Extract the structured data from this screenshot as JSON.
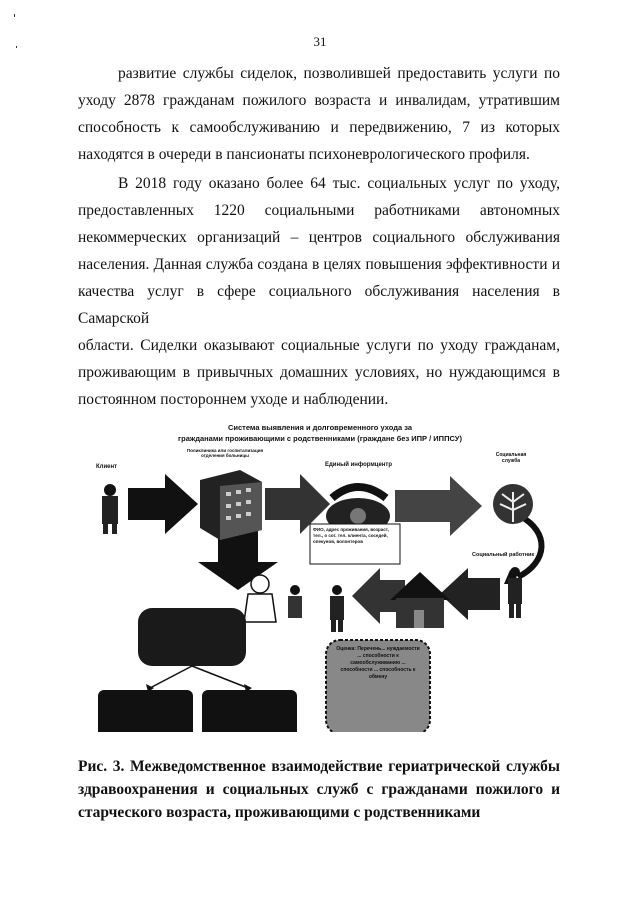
{
  "page": {
    "number": "31"
  },
  "paragraphs": {
    "p1": [
      "развитие службы сиделок, позволившей предоставить услуги по",
      "уходу 2878 гражданам пожилого возраста и инвалидам, утратившим",
      "способность к самообслуживанию и передвижению, 7 из которых",
      "находятся в очереди в пансионаты психоневрологического профиля."
    ],
    "p2": [
      "В 2018 году оказано более 64 тыс. социальных услуг по уходу,",
      "предоставленных 1220 социальными работниками автономных",
      "некоммерческих организаций – центров социального обслуживания",
      "населения. Данная служба создана в целях повышения эффективности и",
      "качества услуг в сфере социального обслуживания населения в Самарской",
      "области. Сиделки оказывают социальные услуги по уходу гражданам,",
      "проживающим в привычных домашних условиях, но нуждающимся в",
      "постоянном постороннем уходе и наблюдении."
    ]
  },
  "figure": {
    "title_line1": "Система выявления и долговременного ухода за",
    "title_line2": "гражданами проживающими с родственниками (граждане без ИПР / ИППСУ)",
    "labels": {
      "client": "Клиент",
      "hospital": "Поликлиника или госпитализация отделения больницы",
      "info_center": "Единый информцентр",
      "social_service": "Социальная служба",
      "social_worker": "Социальный работник",
      "info_box": "ФИО, адрес проживания, возраст, тел., о сот. тел. клиента, соседей, опекунов, волонтеров",
      "assessment_box": "Оценка: Перечень... нуждаемости ... способности к самообслуживанию ... способности ... способность к обмену"
    }
  },
  "caption": [
    "Рис. 3. Межведомственное взаимодействие гериатрической службы",
    "здравоохранения и социальных служб с гражданами пожилого и",
    "старческого возраста, проживающими с родственниками"
  ]
}
